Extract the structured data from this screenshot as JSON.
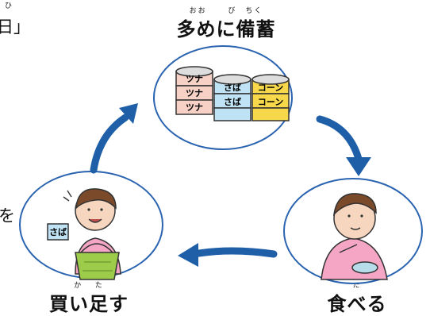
{
  "left_fragment_top": {
    "furi": "ひ",
    "text": "日」"
  },
  "left_fragment_mid": {
    "text": "を"
  },
  "stockpile": {
    "furigana": "おお　 　び　ちく",
    "title": "多めに備蓄"
  },
  "eat": {
    "furigana": "た",
    "title": "食べる"
  },
  "buy": {
    "furigana": "か　 た",
    "title": "買い足す"
  },
  "cans": {
    "tuna": "ツナ",
    "saba": "さば",
    "corn": "コーン"
  },
  "colors": {
    "arrow": "#1f5fa8",
    "circle_stroke": "#2a63b0"
  }
}
